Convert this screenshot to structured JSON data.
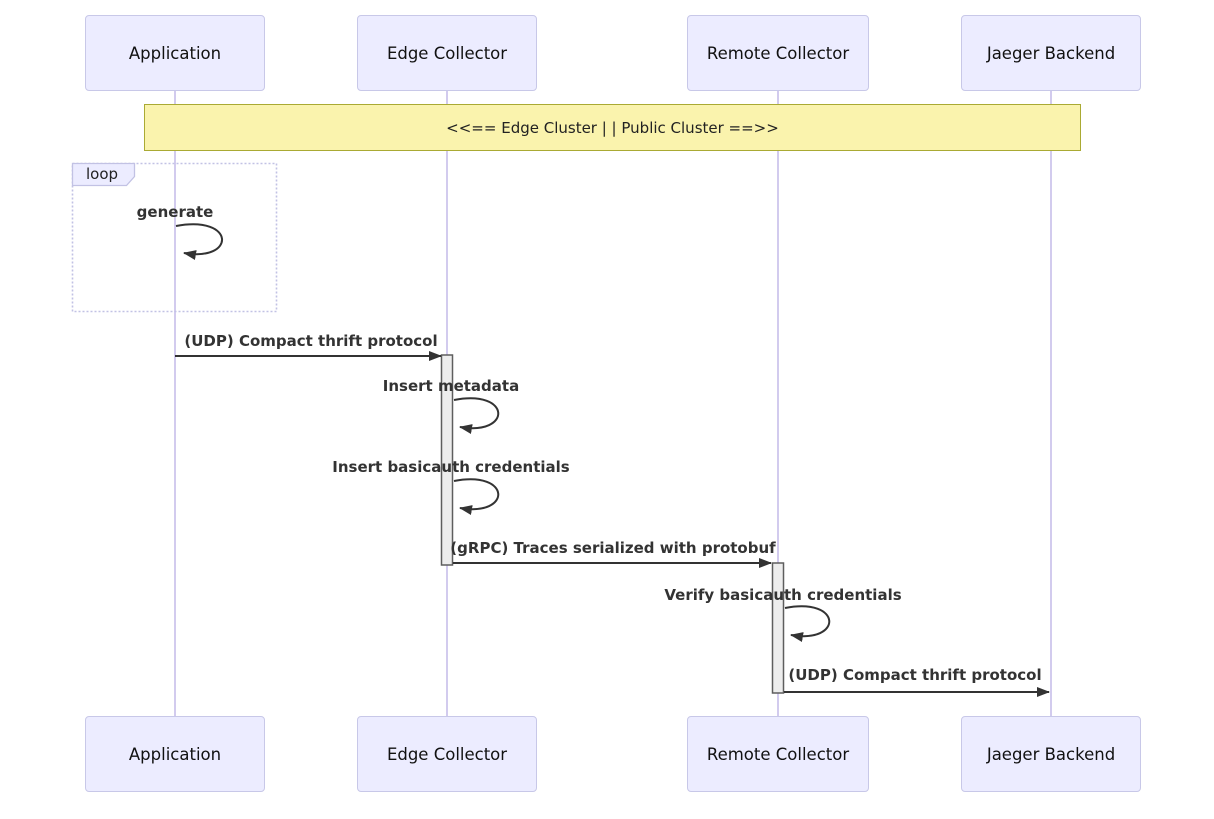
{
  "diagram": {
    "type": "sequence-diagram",
    "participants": [
      {
        "name": "Application"
      },
      {
        "name": "Edge Collector"
      },
      {
        "name": "Remote Collector"
      },
      {
        "name": "Jaeger Backend"
      }
    ],
    "note": {
      "text": "<<== Edge Cluster | | Public Cluster ==>>",
      "spans": "all participants"
    },
    "loop": {
      "label": "loop",
      "over": "Application"
    },
    "messages": [
      {
        "text": "generate",
        "from": "Application",
        "to": "Application",
        "kind": "self",
        "in_loop": true
      },
      {
        "text": "(UDP) Compact thrift protocol",
        "from": "Application",
        "to": "Edge Collector",
        "kind": "solid-arrow"
      },
      {
        "text": "Insert metadata",
        "from": "Edge Collector",
        "to": "Edge Collector",
        "kind": "self"
      },
      {
        "text": "Insert basicauth credentials",
        "from": "Edge Collector",
        "to": "Edge Collector",
        "kind": "self"
      },
      {
        "text": "(gRPC) Traces serialized with protobuf",
        "from": "Edge Collector",
        "to": "Remote Collector",
        "kind": "solid-arrow"
      },
      {
        "text": "Verify basicauth credentials",
        "from": "Remote Collector",
        "to": "Remote Collector",
        "kind": "self"
      },
      {
        "text": "(UDP) Compact thrift protocol",
        "from": "Remote Collector",
        "to": "Jaeger Backend",
        "kind": "solid-arrow"
      }
    ],
    "colors": {
      "actor_fill": "#ECECFF",
      "actor_border": "#C8C8E8",
      "lifeline": "#D2CBEE",
      "note_fill": "#FAF3AD",
      "note_border": "#AAAA33",
      "loop_border": "#C2C2E4",
      "signal": "#333333",
      "activation_fill": "#EDEDED",
      "activation_border": "#5E5E5E"
    }
  }
}
